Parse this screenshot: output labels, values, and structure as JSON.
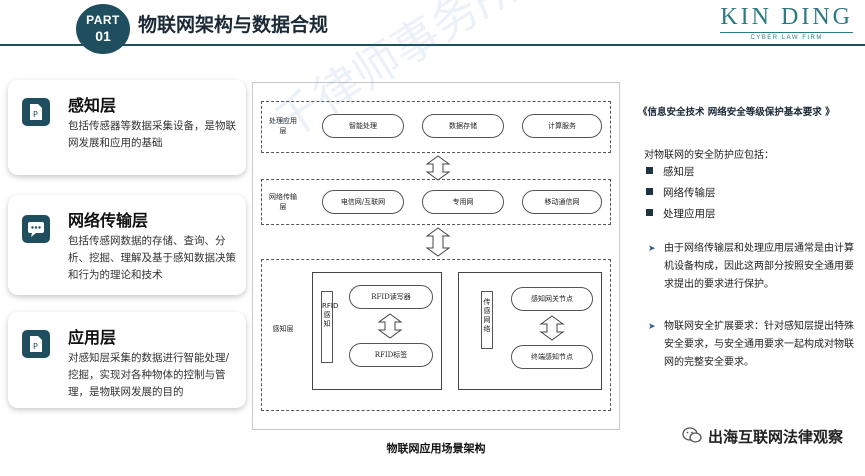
{
  "header": {
    "part_line1": "PART",
    "part_line2": "01",
    "title": "物联网架构与数据合规",
    "logo_name": "KIN DING",
    "logo_sub": "CYBER LAW FIRM"
  },
  "cards": [
    {
      "title": "感知层",
      "desc": "包括传感器等数据采集设备，是物联网发展和应用的基础",
      "icon": "document-icon"
    },
    {
      "title": "网络传输层",
      "desc": "包括传感网数据的存储、查询、分析、挖掘、理解及基于感知数据决策和行为的理论和技术",
      "icon": "chat-bubble-icon"
    },
    {
      "title": "应用层",
      "desc": "对感知层采集的数据进行智能处理/挖掘，实现对各种物体的控制与管理，是物联网发展的目的",
      "icon": "document-icon"
    }
  ],
  "diagram": {
    "layers": [
      {
        "label": "处理应用层",
        "items": [
          "智能处理",
          "数据存储",
          "计算服务"
        ]
      },
      {
        "label": "网络传输层",
        "items": [
          "电信网/互联网",
          "专用网",
          "移动通信网"
        ]
      },
      {
        "label": "感知层",
        "left_vertical": "RFID感知",
        "left_items": [
          "RFID读写器",
          "RFID标签"
        ],
        "right_vertical": "传感网络",
        "right_items": [
          "感知网关节点",
          "终端感知节点"
        ]
      }
    ],
    "watermark": "千律师事务所网络",
    "caption": "物联网应用场景架构"
  },
  "right": {
    "std_title": "《信息安全技术 网络安全等级保护基本要求 》",
    "intro": "对物联网的安全防护应包括：",
    "list": [
      "感知层",
      "网络传输层",
      "处理应用层"
    ],
    "para1": "由于网络传输层和处理应用层通常是由计算机设备构成，因此这两部分按照安全通用要求提出的要求进行保护。",
    "para2": "物联网安全扩展要求：针对感知层提出特殊安全要求，与安全通用要求一起构成对物联网的完整安全要求。"
  },
  "footer": {
    "brand": "出海互联网法律观察"
  },
  "colors": {
    "primary": "#1f4e5f",
    "logo": "#2b7a82",
    "arrow": "#2a5d8f"
  }
}
